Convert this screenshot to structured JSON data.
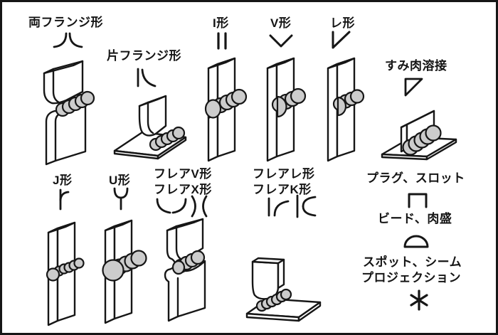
{
  "colors": {
    "ink": "#161616",
    "bead_fill": "#cccccc",
    "background": "#ffffff"
  },
  "groups": {
    "both_flange": {
      "label": "両フランジ形"
    },
    "single_flange": {
      "label": "片フランジ形"
    },
    "i_type": {
      "label": "I形"
    },
    "v_type": {
      "label": "V形"
    },
    "bevel_type": {
      "label": "レ形"
    },
    "fillet": {
      "label": "すみ肉溶接"
    },
    "j_type": {
      "label": "J形"
    },
    "u_type": {
      "label": "U形"
    },
    "flare_v": {
      "label": "フレアV形",
      "label2": "フレアX形"
    },
    "flare_bevel": {
      "label": "フレアレ形",
      "label2": "フレアK形"
    },
    "plug_slot": {
      "label": "プラグ、スロット"
    },
    "bead_surfacing": {
      "label": "ビード、肉盛"
    },
    "spot_seam": {
      "label": "スポット、シーム",
      "label2": "プロジェクション"
    }
  }
}
